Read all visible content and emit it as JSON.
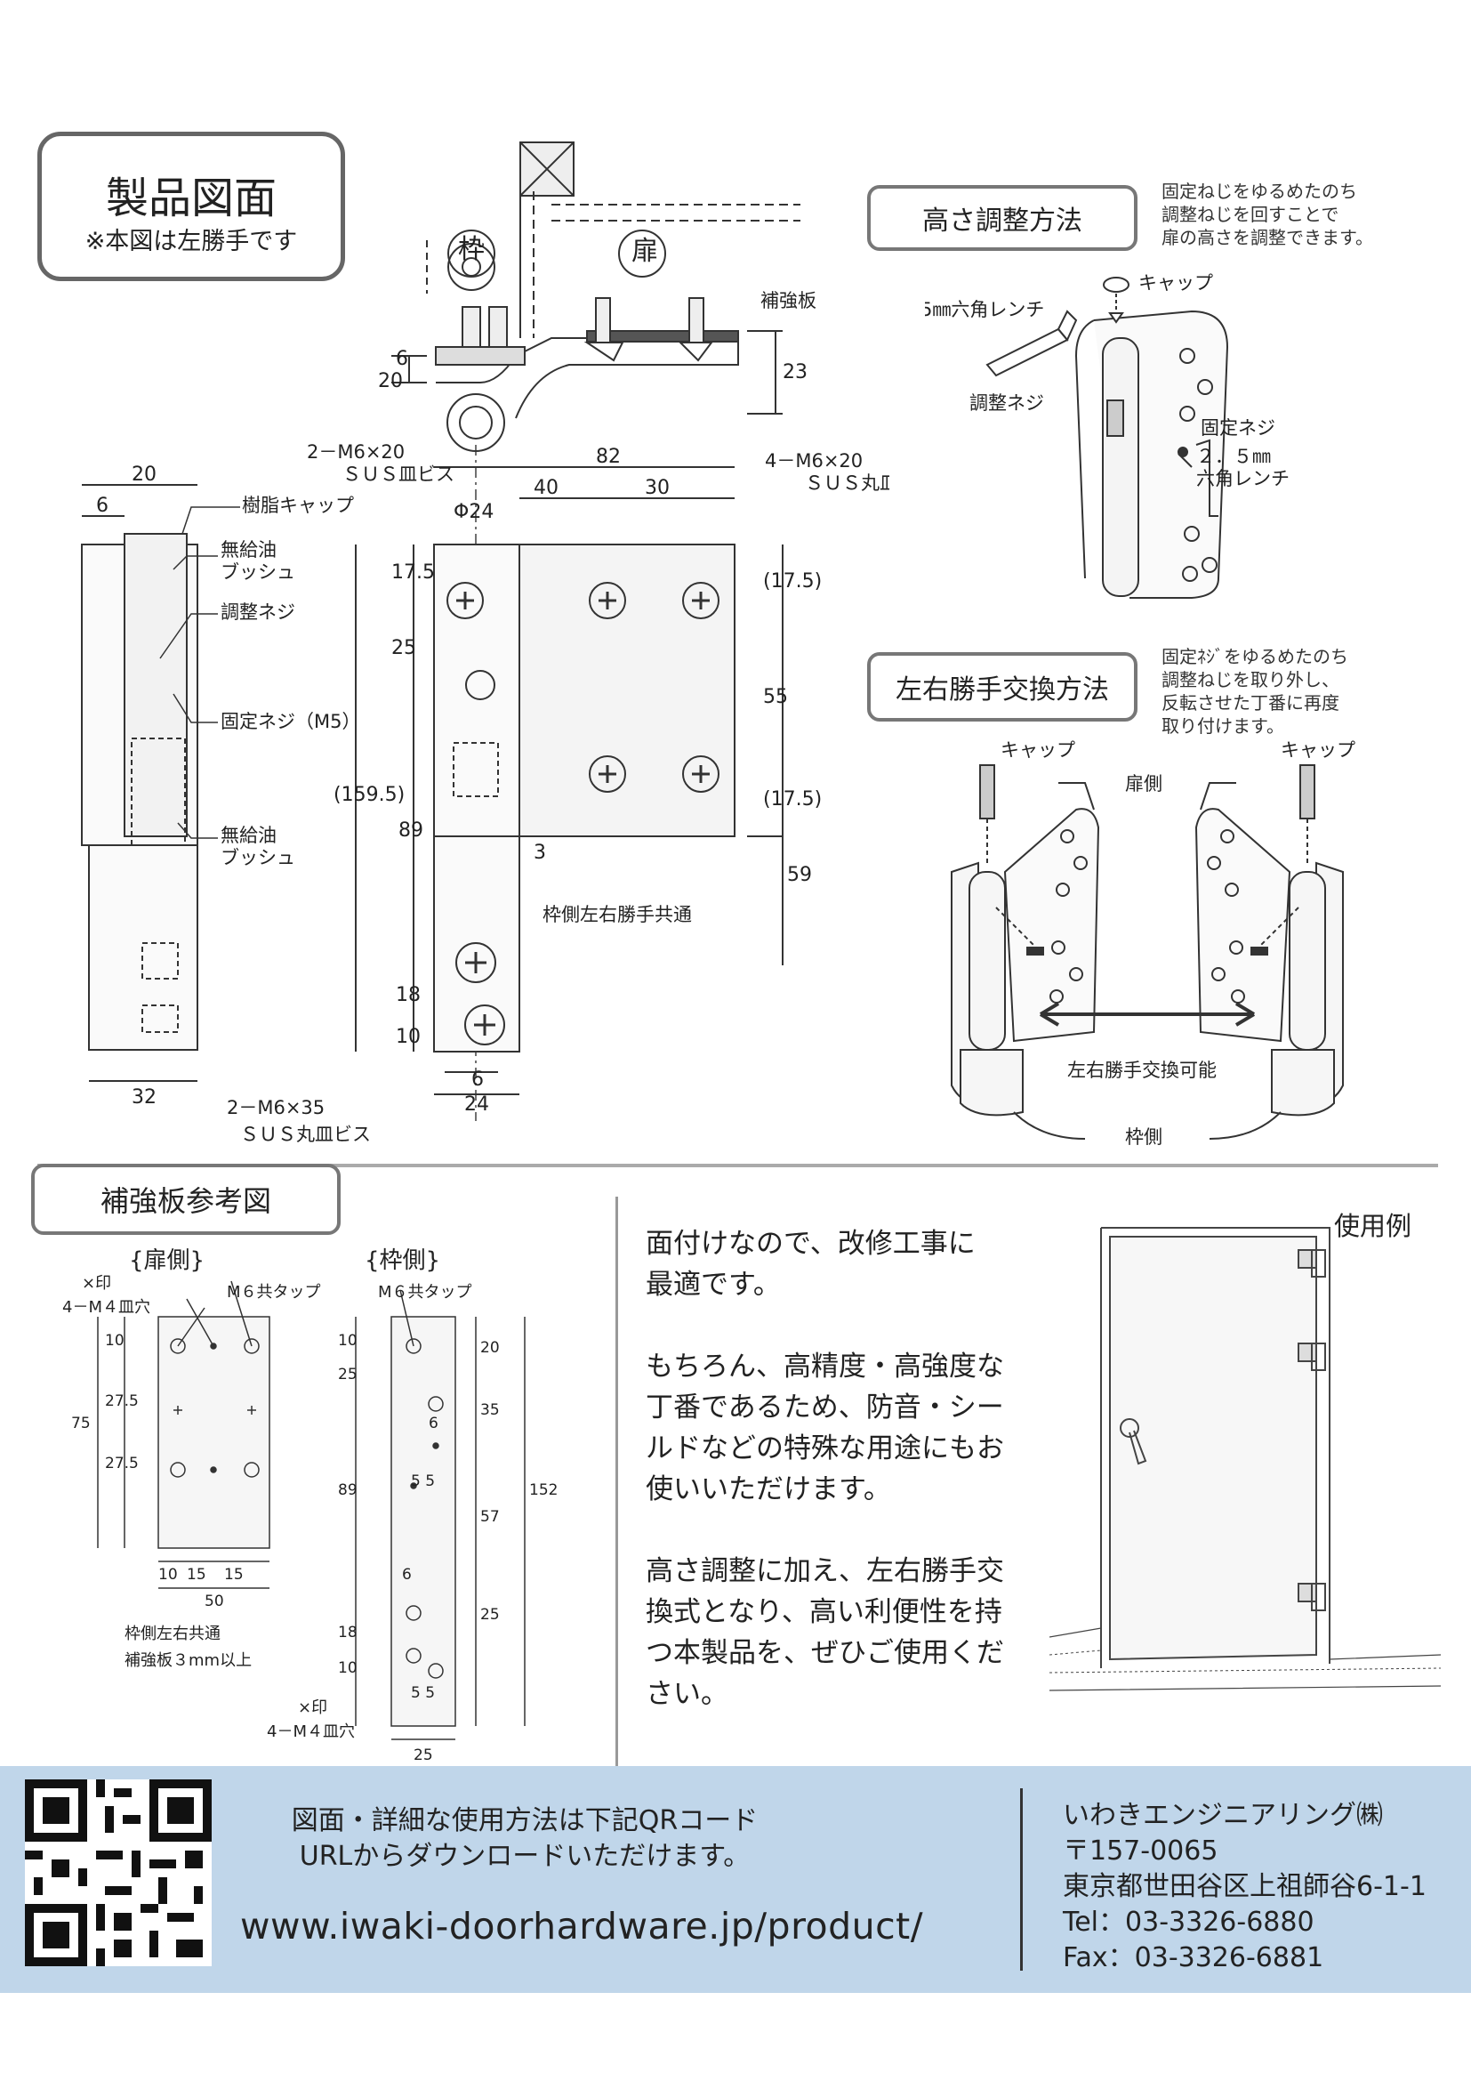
{
  "product_badge": {
    "title": "製品図面",
    "note": "※本図は左勝手です"
  },
  "main_drawing": {
    "frame_mark": "枠",
    "door_mark": "扉",
    "reinforcement_plate": "補強板",
    "dims": {
      "d20": "20",
      "d6": "6",
      "d23": "23",
      "d82": "82",
      "d40": "40",
      "d30": "30",
      "phi24": "Φ24",
      "d17_5": "17.5",
      "d17_5p": "(17.5)",
      "d25": "25",
      "d55": "55",
      "d159_5": "(159.5)",
      "d89": "89",
      "d3": "3",
      "d59": "59",
      "d18": "18",
      "d10": "10",
      "d6b": "6",
      "d24": "24",
      "d32": "32"
    },
    "screw_top_left": "2－M6×20",
    "screw_top_left_type": "ＳＵＳ皿ビス",
    "screw_top_right": "4－M6×20",
    "screw_top_right_type": "ＳＵＳ丸皿ビス",
    "screw_bottom": "2－M6×35",
    "screw_bottom_type": "ＳＵＳ丸皿ビス",
    "frame_common": "枠側左右勝手共通",
    "side_labels": {
      "resin_cap": "樹脂キャップ",
      "bush_top_1": "無給油",
      "bush_top_2": "ブッシュ",
      "adjust_screw": "調整ネジ",
      "fix_screw": "固定ネジ（M5）",
      "bush_bot_1": "無給油",
      "bush_bot_2": "ブッシュ"
    }
  },
  "height_adjust": {
    "title": "高さ調整方法",
    "desc": "固定ねじをゆるめたのち\n調整ねじを回すことで\n扉の高さを調整できます。",
    "cap": "キャップ",
    "wrench5": "5㎜六角レンチ",
    "adjust_screw": "調整ネジ",
    "fix_screw": "固定ネジ",
    "wrench25_1": "２．５㎜",
    "wrench25_2": "六角レンチ"
  },
  "hand_swap": {
    "title": "左右勝手交換方法",
    "desc": "固定ﾈｼﾞをゆるめたのち\n調整ねじを取り外し、\n反転させた丁番に再度\n取り付けます。",
    "cap_left": "キャップ",
    "cap_right": "キャップ",
    "door_side": "扉側",
    "swap_possible": "左右勝手交換可能",
    "frame_side": "枠側"
  },
  "reinforce": {
    "title": "補強板参考図",
    "door_side": "{扉側}",
    "frame_side": "{枠側}",
    "mark_x": "×印",
    "holes_door": "4－M４皿穴",
    "tap_door": "M６共タップ",
    "tap_frame": "M６共タップ",
    "common_1": "枠側左右共通",
    "common_2": "補強板３mm以上",
    "mark_x2": "×印",
    "holes_frame": "4－M４皿穴",
    "door_dims": {
      "d10": "10",
      "d27a": "27.5",
      "d27b": "27.5",
      "d75": "75",
      "w10": "10",
      "w15a": "15",
      "w15b": "15",
      "w50": "50"
    },
    "frame_dims": {
      "l10": "10",
      "l25": "25",
      "l89": "89",
      "l18": "18",
      "l10b": "10",
      "r20": "20",
      "r35": "35",
      "r6": "6",
      "r57": "57",
      "r152": "152",
      "r25": "25",
      "m55a": "5 5",
      "m6": "6",
      "m55b": "5 5",
      "w25": "25"
    }
  },
  "description": {
    "p1": [
      "面付けなので、改修工事に",
      "最適です。"
    ],
    "p2": [
      "もちろん、高精度・高強度な",
      "丁番であるため、防音・シー",
      "ルドなどの特殊な用途にもお",
      "使いいただけます。"
    ],
    "p3": [
      "高さ調整に加え、左右勝手交",
      "換式となり、高い利便性を持",
      "つ本製品を、ぜひご使用くだ",
      "さい。"
    ]
  },
  "usage_example": "使用例",
  "footer": {
    "line1": "図面・詳細な使用方法は下記QRコード",
    "line2": "URLからダウンロードいただけます。",
    "url": "www.iwaki-doorhardware.jp/product/",
    "company": "いわきエンジニアリング㈱",
    "zip": "〒157-0065",
    "address": "東京都世田谷区上祖師谷6-1-1",
    "tel": "Tel：03-3326-6880",
    "fax": "Fax：03-3326-6881"
  },
  "colors": {
    "footer_bg": "#c0d6ea",
    "badge_border": "#666666"
  }
}
